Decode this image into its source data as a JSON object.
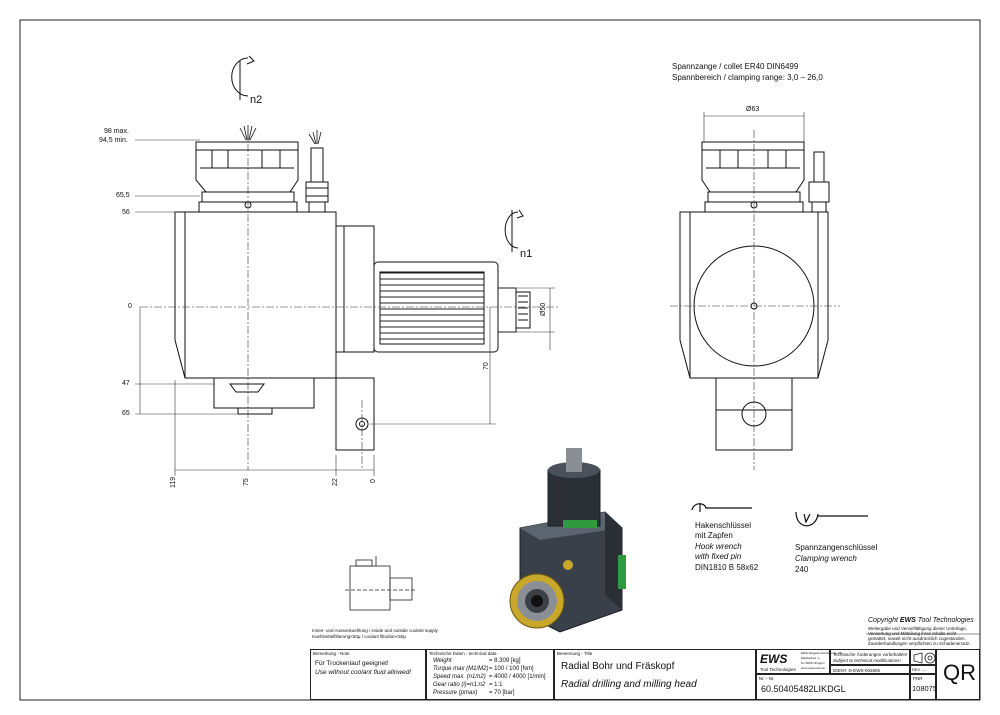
{
  "spec": {
    "collet_line": "Spannzange / collet  ER40  DIN6499",
    "range_line": "Spannbereich / clamping range: 3,0 – 26,0"
  },
  "labels": {
    "n1": "n1",
    "n2": "n2",
    "dia63": "Ø63",
    "dia50": "Ø50",
    "len70": "70"
  },
  "dims_left": [
    "98 max.",
    "94,5 min.",
    "65,5",
    "56",
    "0",
    "47",
    "65"
  ],
  "dims_bottom": [
    "119",
    "75",
    "22",
    "0"
  ],
  "hook_wrench": [
    "Hakenschlüssel",
    "mit Zapfen",
    "Hook wrench",
    "with fixed pin",
    "DIN1810 B 58x62"
  ],
  "clamp_wrench": [
    "Spannzangenschlüssel",
    "Clamping wrench",
    "240"
  ],
  "coolant_note": [
    "Innen- und Aussenkuehlung / inside and outside coolant supply",
    "Kuehlmittelfilterung<50µ / coolant filtration<50µ"
  ],
  "copyright": {
    "title_prefix": "Copyright ",
    "title_brand": "EWS",
    "title_suffix": " Tool Technologies",
    "lines": [
      "Weitergabe und Vervielfältigung dieser Unterlage,",
      "Verwertung und Mitteilung ihres Inhalts nicht",
      "gestattet, soweit nicht ausdrücklich zugestanden.",
      "Zuwiderhandlungen verpflichten zu Schadenersatz."
    ]
  },
  "titleblock": {
    "note_header": "Bemerkung - Note",
    "note_lines": [
      "Für Trockenlauf geeignet!",
      "Use without coolant fluid allowed!"
    ],
    "tech_header": "Technische Daten - technical data",
    "tech_rows": [
      {
        "label": "Weight",
        "value": "=  8.309 [kg]"
      },
      {
        "label": "Torque max (M1/M2)",
        "value": "=  100 / 100 [Nm]"
      },
      {
        "label": "Speed max. (n1/n2)",
        "value": "=  4000 / 4000 [1/min]"
      },
      {
        "label": "Gear ratio (i)=n1:n2",
        "value": "=  1:1"
      },
      {
        "label": "Pressure    (pmax)",
        "value": "=  70 [bar]"
      }
    ],
    "title_header": "Benennung - Title",
    "title_de": "Radial Bohr und Fräskopf",
    "title_en": "Radial drilling and milling head",
    "logo": "EWS",
    "logo_sub": "Tool Technologies",
    "company_lines": [
      "EWS Weigele GmbH & Co. KG",
      "Maybachstr. 1",
      "D-73095 Uhingen",
      "www.ews-tools.de"
    ],
    "changes_lines": [
      "Technische Änderungen vorbehalten!",
      "Subject to technical modifications!"
    ],
    "ident": "IDENT.  D-EWS-002605",
    "rev": "REV.  ---",
    "nr_header": "Nr. - Nr.",
    "part_number": "60.50405482LIKDGL",
    "sheet_header": "PNR",
    "sheet_no": "108075",
    "qr": "QR"
  }
}
